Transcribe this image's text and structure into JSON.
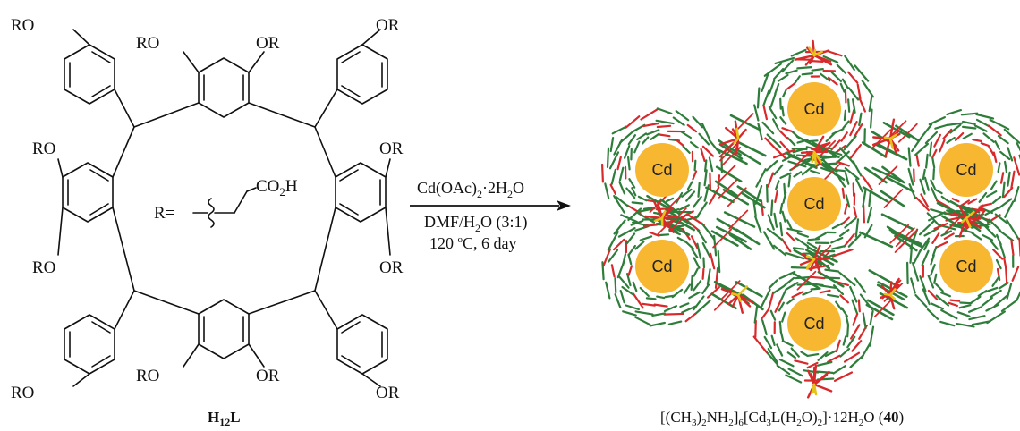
{
  "molecule": {
    "substituent_label": "RO",
    "substituent_label_right": "OR",
    "r_definition_prefix": "R=",
    "r_group_formula": "CO",
    "r_group_formula_sub": "2",
    "r_group_formula_end": "H",
    "name_main": "H",
    "name_sub": "12",
    "name_end": "L"
  },
  "conditions": {
    "reagent_main": "Cd(OAc)",
    "reagent_sub": "2",
    "reagent_end": "·2H",
    "reagent_sub2": "2",
    "reagent_end2": "O",
    "solvent_pre": "DMF/H",
    "solvent_sub": "2",
    "solvent_end": "O (3:1)",
    "temp_pre": "120 ",
    "temp_sup": "o",
    "temp_end": "C, 6 day"
  },
  "product": {
    "metal_label": "Cd",
    "formula": {
      "p1": "[(CH",
      "s1": "3",
      "p2": ")",
      "s2": "2",
      "p3": "NH",
      "s3": "2",
      "p4": "]",
      "s4": "6",
      "p5": "[Cd",
      "s5": "3",
      "p6": "L(H",
      "s6": "2",
      "p7": "O)",
      "s7": "2",
      "p8": "]·12H",
      "s8": "2",
      "p9": "O (",
      "p10": "40",
      "p11": ")"
    }
  },
  "colors": {
    "framework_green": "#2e7d3a",
    "oxygen_red": "#d8292b",
    "sulfur_yellow": "#e8c21a",
    "pore_orange": "#f7b731"
  }
}
